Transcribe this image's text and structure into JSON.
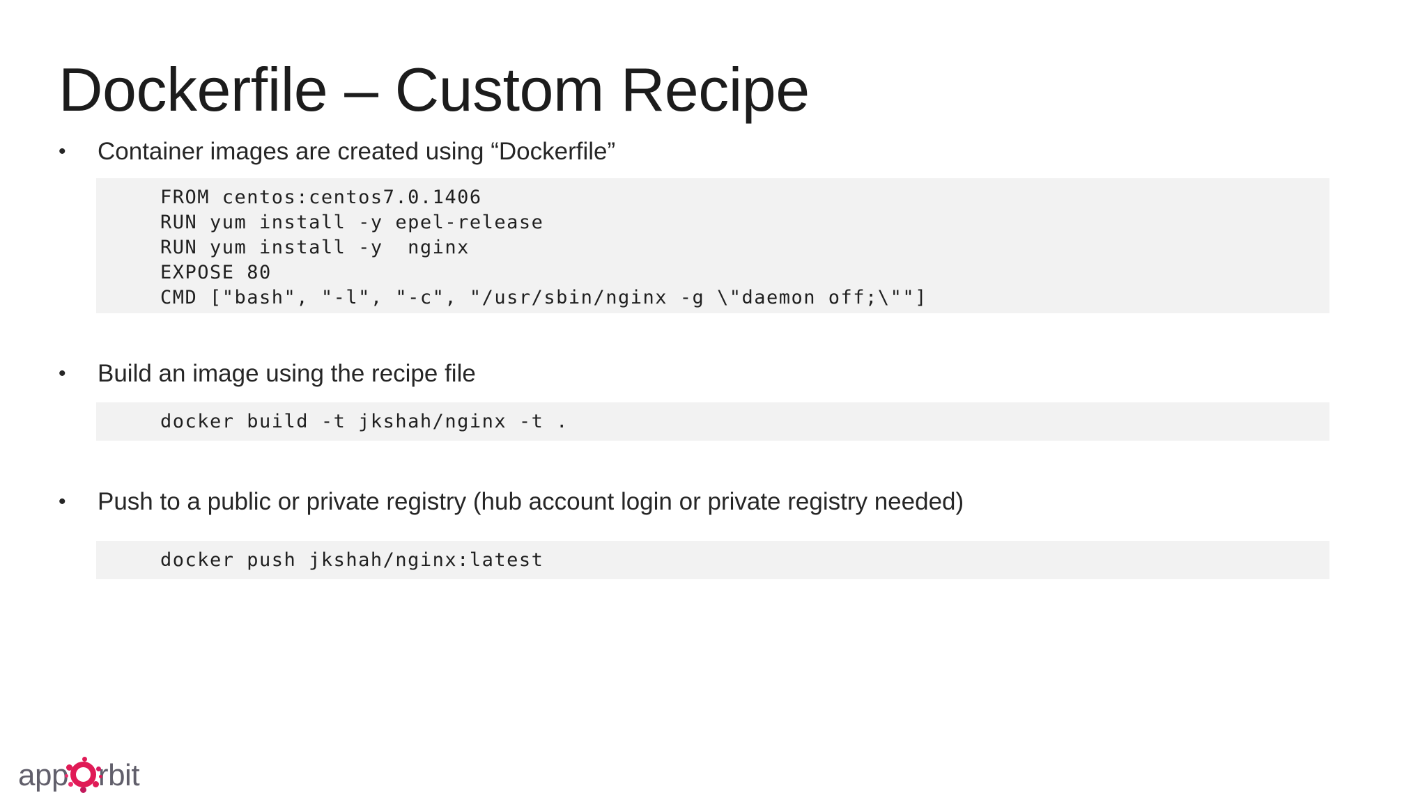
{
  "slide": {
    "title": "Dockerfile – Custom Recipe",
    "bullet_glyph": "•",
    "bullets": [
      {
        "text": "Container images are created using “Dockerfile”",
        "code": [
          "FROM centos:centos7.0.1406",
          "RUN yum install -y epel-release",
          "RUN yum install -y  nginx",
          "EXPOSE 80",
          "CMD [\"bash\", \"-l\", \"-c\", \"/usr/sbin/nginx -g \\\"daemon off;\\\"\"]"
        ]
      },
      {
        "text": "Build an image using the recipe file",
        "code": [
          "docker build -t jkshah/nginx -t ."
        ]
      },
      {
        "text": "Push to a public or private registry (hub account login or private registry needed)",
        "code": [
          "docker push jkshah/nginx:latest"
        ]
      }
    ],
    "logo": {
      "prefix": "app",
      "suffix": "rbit"
    },
    "colors": {
      "title_text": "#1c1c1c",
      "body_text": "#262626",
      "code_text": "#1f1f1f",
      "code_background": "#f2f2f2",
      "logo_gray": "#615f6b",
      "logo_pink": "#e01a56",
      "slide_background": "#ffffff"
    }
  }
}
